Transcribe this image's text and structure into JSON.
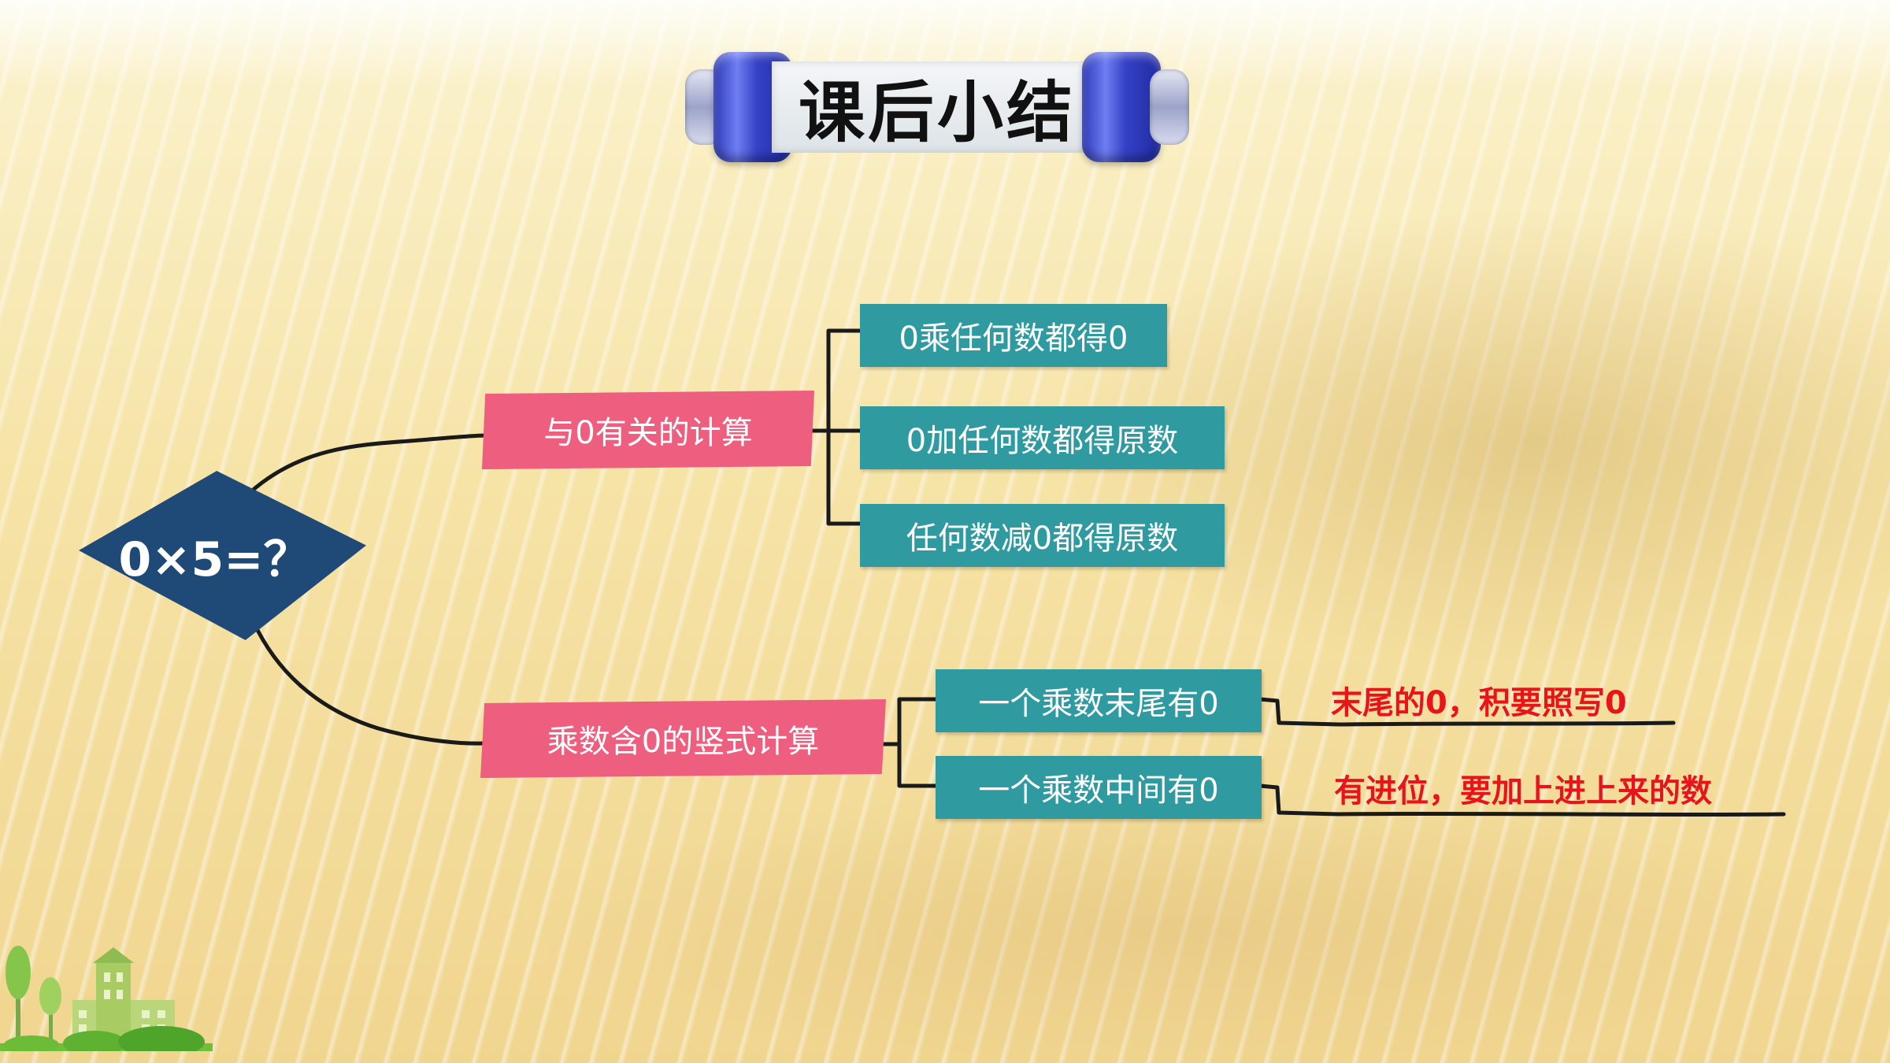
{
  "title": "课后小结",
  "diagram": {
    "center": "0×5=？",
    "branches": [
      {
        "label": "与0有关的计算",
        "children": [
          {
            "label": "0乘任何数都得0"
          },
          {
            "label": "0加任何数都得原数"
          },
          {
            "label": "任何数减0都得原数"
          }
        ]
      },
      {
        "label": "乘数含0的竖式计算",
        "children": [
          {
            "label": "一个乘数末尾有0",
            "note": "末尾的0，积要照写0"
          },
          {
            "label": "一个乘数中间有0",
            "note": "有进位，要加上进上来的数"
          }
        ]
      }
    ]
  },
  "colors": {
    "center_node": "#1f4a78",
    "category_box": "#ee5f7f",
    "leaf_box": "#2f9aa0",
    "note_text": "#e8141b",
    "connector": "#1a1a1a",
    "title_roll": "#3442c6"
  },
  "icons": {
    "title_decoration": "scroll-roller-icon",
    "corner_decoration": "school-building-trees-icon"
  }
}
